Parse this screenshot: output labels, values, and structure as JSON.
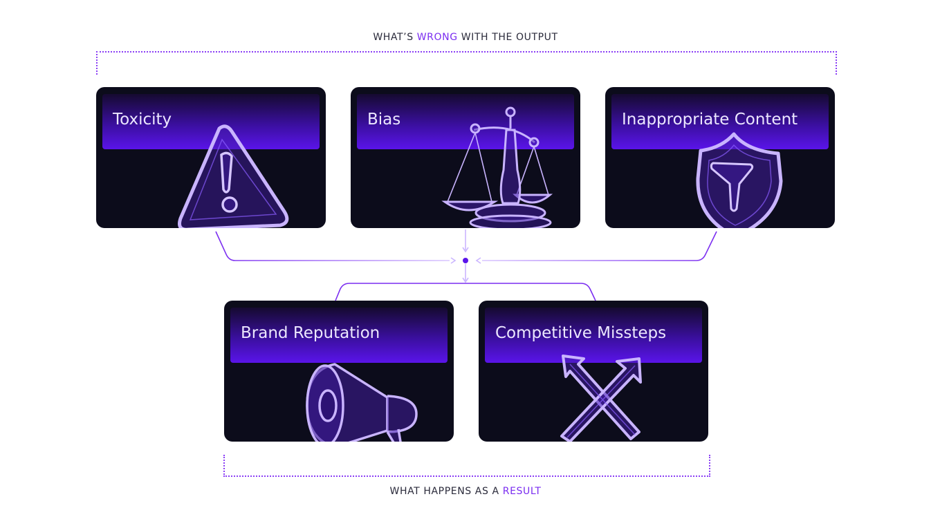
{
  "top_caption": {
    "before": "WHAT’S ",
    "highlight": "WRONG",
    "after": " WITH THE OUTPUT"
  },
  "bottom_caption": {
    "before": "WHAT HAPPENS AS A ",
    "highlight": "RESULT"
  },
  "problems": [
    {
      "title": "Toxicity",
      "icon": "warning-triangle-icon"
    },
    {
      "title": "Bias",
      "icon": "balance-scale-icon"
    },
    {
      "title": "Inappropriate Content",
      "icon": "shield-filter-icon"
    }
  ],
  "consequences": [
    {
      "title": "Brand Reputation",
      "icon": "megaphone-icon"
    },
    {
      "title": "Competitive Missteps",
      "icon": "crossed-arrows-icon"
    }
  ],
  "colors": {
    "accent": "#7a2cf0",
    "card_background": "#0c0c1b",
    "header_gradient_end": "#5a14ea",
    "connector": "#7a2cf0"
  }
}
